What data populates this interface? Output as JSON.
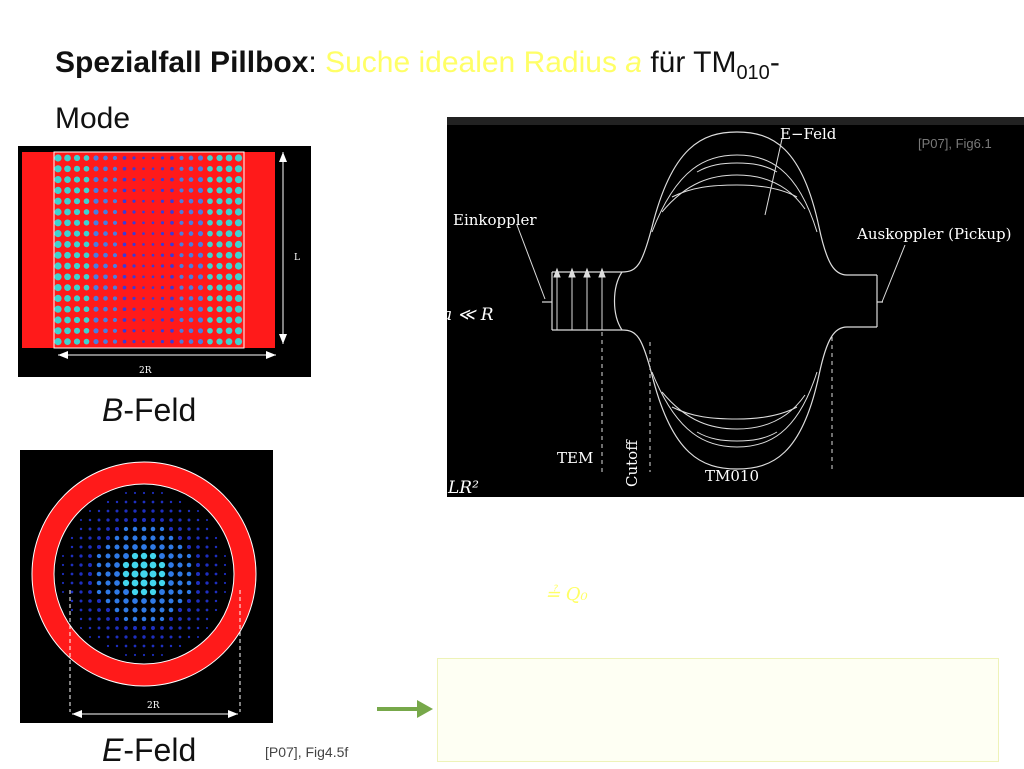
{
  "slide": {
    "title_bold": "Spezialfall Pillbox",
    "title_colon": ": ",
    "title_yellow_pre": "Suche idealen Radius ",
    "title_yellow_var": "a",
    "title_post": " für TM",
    "title_sub": "010",
    "title_end": "-",
    "title_line2": "Mode"
  },
  "bfield": {
    "label_var": "B",
    "label_rest": "-Feld",
    "dim_L": "L",
    "dim_2R": "2R"
  },
  "efield": {
    "label_var": "E",
    "label_rest": "-Feld",
    "dim_2R": "2R",
    "reference": "[P07], Fig4.5f"
  },
  "cavity_figure": {
    "reference": "[P07], Fig6.1",
    "labels": {
      "efeld": "E−Feld",
      "einkoppler": "Einkoppler",
      "auskoppler": "Auskoppler (Pickup)",
      "tem": "TEM",
      "cutoff": "Cutoff",
      "tm010": "TM010"
    }
  },
  "formulas": {
    "f1": "a ≪ R",
    "f2": "LR²",
    "f3": "≟ Q₀"
  },
  "colors": {
    "highlight_yellow": "#ffff66",
    "arrow_green": "#77a84a",
    "field_red": "#ff1a1a"
  }
}
